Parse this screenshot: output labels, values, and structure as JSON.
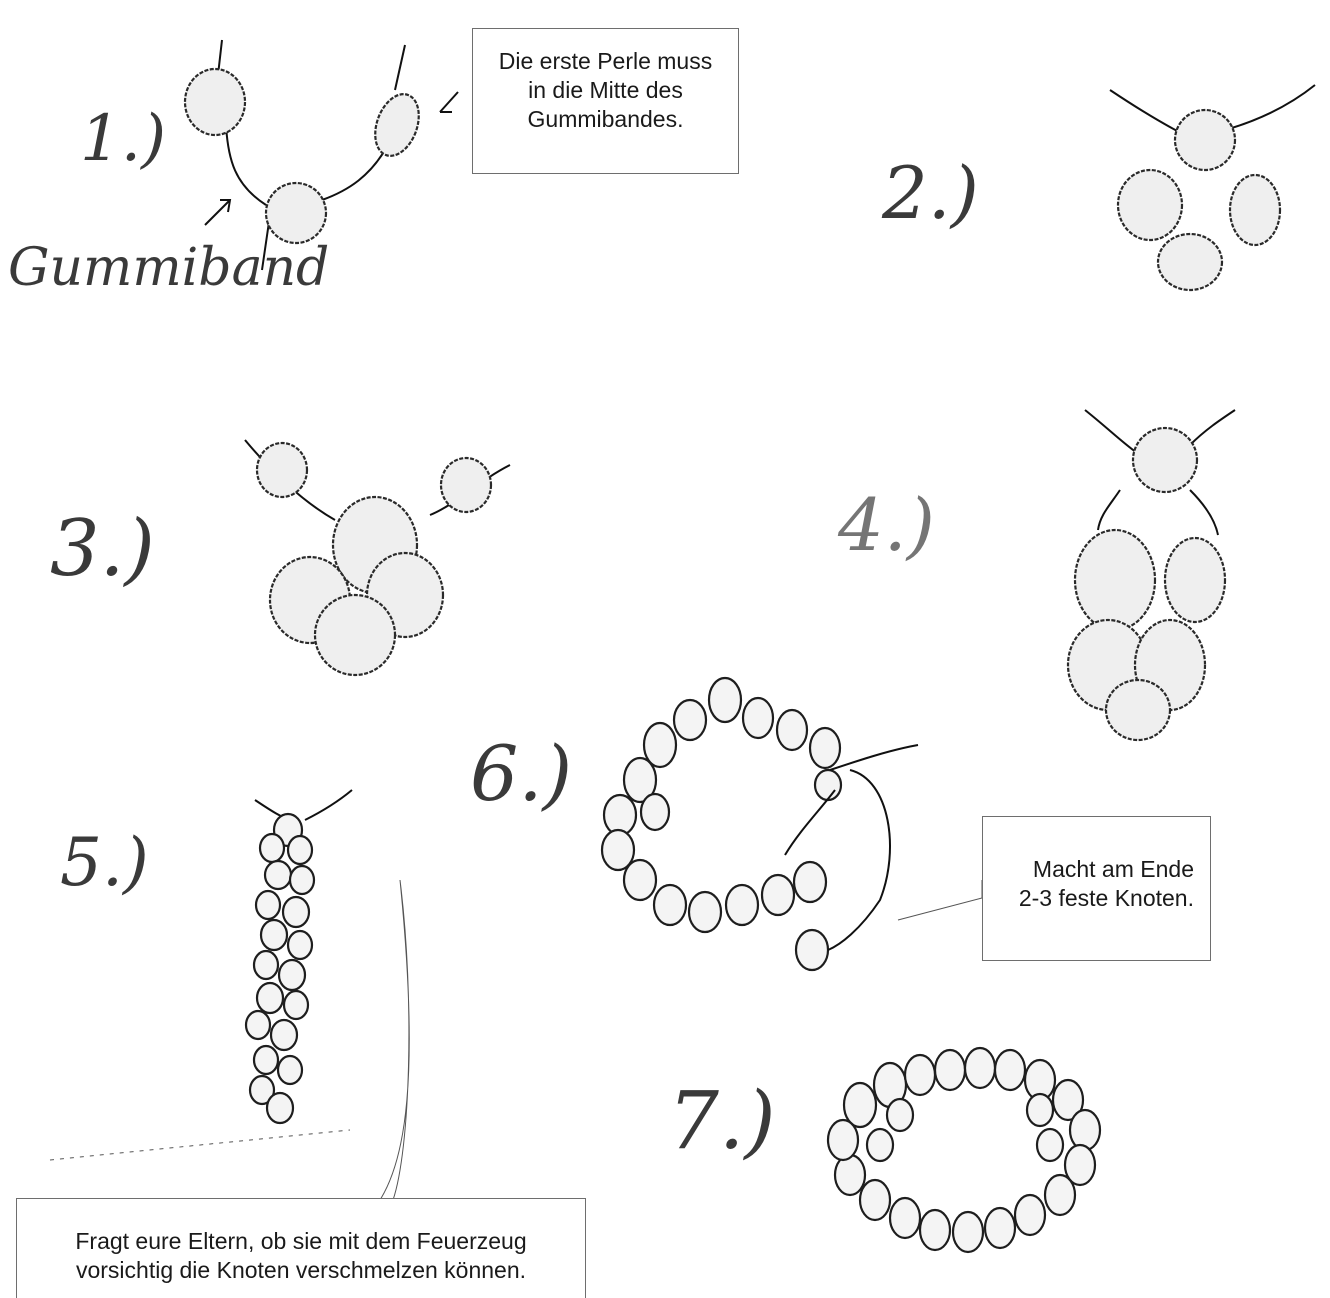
{
  "steps": {
    "step1_label": "1.)",
    "step2_label": "2.)",
    "step3_label": "3.)",
    "step4_label": "4.)",
    "step5_label": "5.)",
    "step6_label": "6.)",
    "step7_label": "7.)"
  },
  "handwritten_note": "Gummiband",
  "callouts": {
    "first_bead_line1": "Die erste Perle muss",
    "first_bead_line2": "in die Mitte des",
    "first_bead_line3": "Gummibandes.",
    "knots_line1": "Macht am Ende",
    "knots_line2": "2-3 feste Knoten.",
    "lighter_line1": "Fragt eure Eltern, ob sie mit dem Feuerzeug",
    "lighter_line2": "vorsichtig die Knoten verschmelzen können."
  }
}
